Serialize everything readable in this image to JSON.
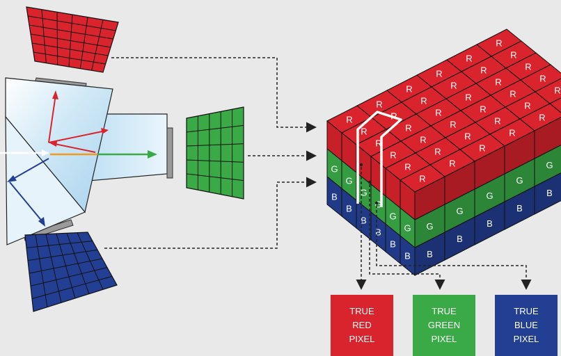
{
  "colors": {
    "background": "#e9e9ea",
    "red": "#d9232d",
    "green": "#3aaa47",
    "blue": "#233f94",
    "prism": "#cfe8f6",
    "white_ray": "#ffffff",
    "orange_ray": "#f39a1e"
  },
  "cube": {
    "layers": [
      {
        "name": "red-layer",
        "letter": "R"
      },
      {
        "name": "green-layer",
        "letter": "G"
      },
      {
        "name": "blue-layer",
        "letter": "B"
      }
    ],
    "grid_size": 6
  },
  "outputs": [
    {
      "line1": "TRUE",
      "line2": "RED",
      "line3": "PIXEL",
      "color": "#d9232d"
    },
    {
      "line1": "TRUE",
      "line2": "GREEN",
      "line3": "PIXEL",
      "color": "#3aaa47"
    },
    {
      "line1": "TRUE",
      "line2": "BLUE",
      "line3": "PIXEL",
      "color": "#233f94"
    }
  ]
}
